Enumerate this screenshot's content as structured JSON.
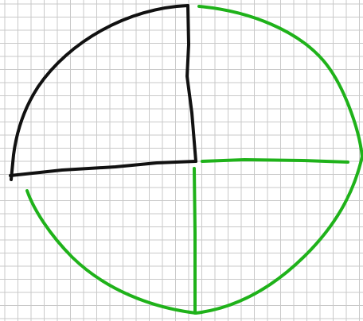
{
  "colors": {
    "background": "#ffffff",
    "grid": "#c9c9c9",
    "black_ink": "#111111",
    "green_ink": "#1fb21a"
  },
  "grid": {
    "visible": true,
    "unit": "square"
  },
  "figure": {
    "shape": "circle divided into four quarters",
    "quarters_total": 4,
    "quarters_outlined_black": 1,
    "quarters_outlined_green": 3,
    "black_quarter_position": "top-left",
    "green_quarter_positions": [
      "top-right",
      "bottom-right",
      "bottom-left"
    ]
  }
}
